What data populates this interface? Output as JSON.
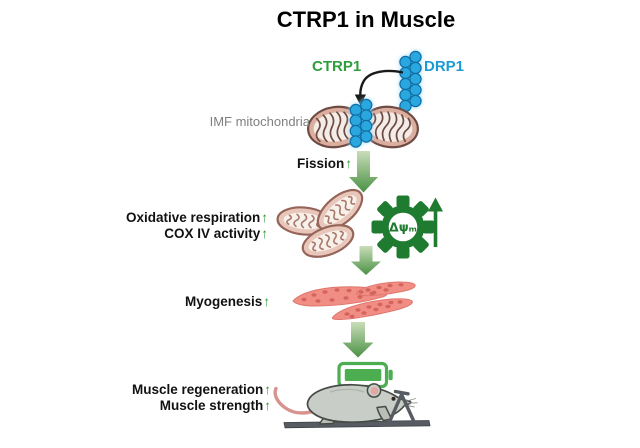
{
  "title": "CTRP1 in Muscle",
  "proteins": {
    "ctrp1": "CTRP1",
    "drp1": "DRP1"
  },
  "annotations": {
    "imf_mitochondria": "IMF mitochondria",
    "fission": "Fission",
    "oxidative_respiration": "Oxidative respiration",
    "cox_iv_activity": "COX IV activity",
    "myogenesis": "Myogenesis",
    "muscle_regeneration": "Muscle regeneration",
    "muscle_strength": "Muscle strength",
    "membrane_potential": "Δψₘ",
    "up_arrow": "↑"
  },
  "icons": {
    "drp1_oligomer": "drp1-oligomer-icon",
    "recruitment_arrow": "recruitment-arrow-icon",
    "imf_mitochondrion": "imf-mitochondrion-icon",
    "fission_ring": "drp1-fission-ring-icon",
    "down_arrow": "down-arrow-icon",
    "mito_fragment": "mitochondrion-fragment-icon",
    "gear": "membrane-potential-gear-icon",
    "increase_arrow": "increase-arrow-icon",
    "myotubes": "myotubes-icon",
    "battery": "battery-full-icon",
    "mouse": "mouse-grip-test-icon"
  },
  "colors": {
    "accent_green": "#2f9e3c",
    "gear_green": "#1e7b2f",
    "battery_green": "#4cae50",
    "arrow_gradient_start": "#c9ddba",
    "arrow_gradient_end": "#4a9143",
    "drp1_blue": "#1b9ad5",
    "bead_fill": "#29a7de",
    "bead_stroke": "#0e6fa6",
    "mito_outline": "#6e4c44",
    "mito_membrane": "#dcae9f",
    "mito_matrix": "#f4ece7",
    "fragment_outline": "#96655a",
    "fragment_membrane": "#e9c6ba",
    "fragment_matrix": "#f8f0ea",
    "myotube_fill": "#f08d84",
    "myotube_nucleus": "#d05d55",
    "label_gray": "#7f7f7f",
    "text_black": "#111111",
    "mouse_gray": "#c9cdc7",
    "device_gray": "#565c61"
  }
}
